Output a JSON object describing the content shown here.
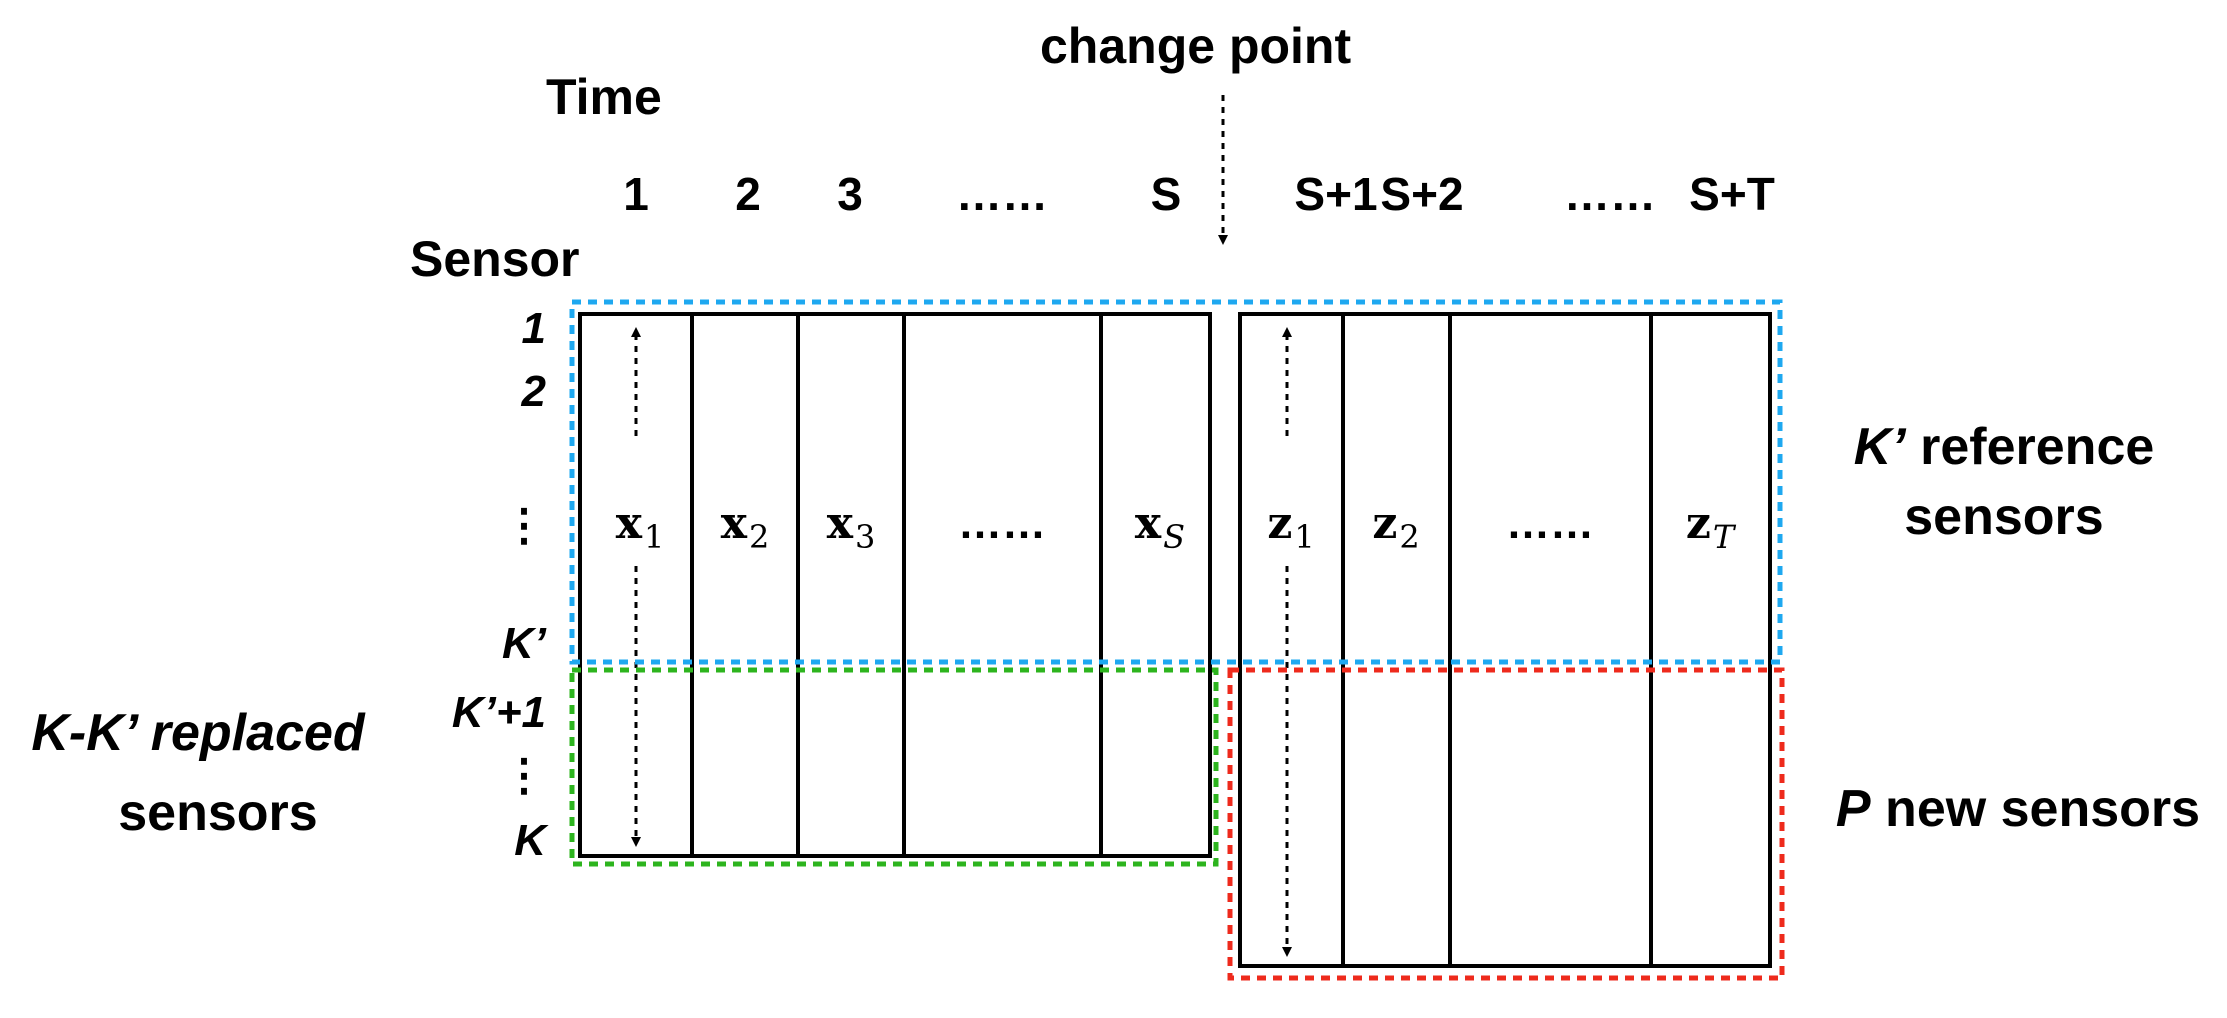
{
  "colors": {
    "reference": "#1EA8F0",
    "replaced": "#2DB41E",
    "new": "#EE2A1C",
    "line": "#000000"
  },
  "header": {
    "time_label": "Time",
    "sensor_label": "Sensor",
    "change_point_label": "change point"
  },
  "time_ticks": [
    "1",
    "2",
    "3",
    "……",
    "S",
    "S+1",
    "S+2",
    "……",
    "S+T"
  ],
  "sensor_ticks": [
    "1",
    "2",
    "⋮",
    "K’",
    "K’+1",
    "⋮",
    "K"
  ],
  "before_columns": [
    {
      "var": "x",
      "sub": "1"
    },
    {
      "var": "x",
      "sub": "2"
    },
    {
      "var": "x",
      "sub": "3"
    },
    {
      "var": "……",
      "sub": ""
    },
    {
      "var": "x",
      "sub": "S"
    }
  ],
  "after_columns": [
    {
      "var": "z",
      "sub": "1"
    },
    {
      "var": "z",
      "sub": "2"
    },
    {
      "var": "……",
      "sub": ""
    },
    {
      "var": "z",
      "sub": "T"
    }
  ],
  "groups": {
    "reference": {
      "symbol": "K’",
      "line1": " reference",
      "line2": "sensors"
    },
    "replaced": {
      "symbol": "K-K’ replaced",
      "line2": "sensors"
    },
    "new": {
      "symbol": "P",
      "line1": " new sensors"
    }
  }
}
